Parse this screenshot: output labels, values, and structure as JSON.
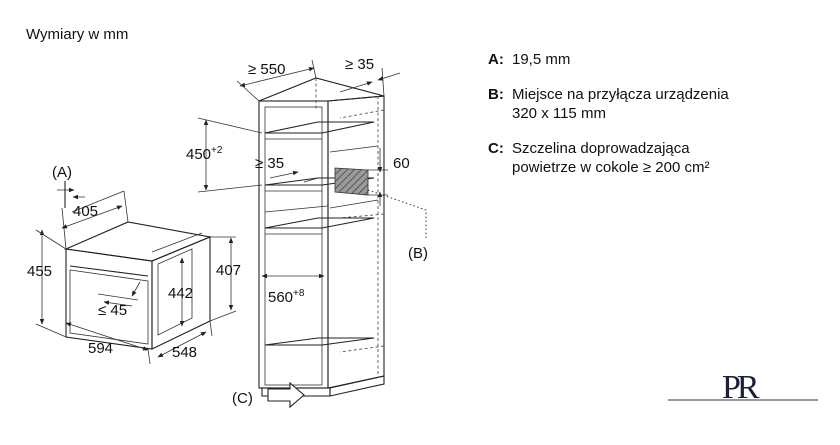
{
  "heading": "Wymiary w mm",
  "legend": [
    {
      "key": "A:",
      "lines": [
        "19,5 mm"
      ]
    },
    {
      "key": "B:",
      "lines": [
        "Miejsce na przyłącza urządzenia",
        "320 x 115 mm"
      ]
    },
    {
      "key": "C:",
      "lines": [
        "Szczelina doprowadzająca",
        "powietrze w cokole ≥ 200 cm²"
      ]
    }
  ],
  "appliance": {
    "marker_a": "(A)",
    "dim_405": "405",
    "dim_455": "455",
    "dim_442": "442",
    "dim_407": "407",
    "dim_le45": "≤ 45",
    "dim_594": "594",
    "dim_548": "548"
  },
  "cabinet": {
    "dim_ge550": "≥ 550",
    "dim_ge35_top": "≥ 35",
    "dim_450": "450",
    "dim_450_sup": "+2",
    "dim_ge35_mid": "≥ 35",
    "dim_60": "60",
    "dim_560": "560",
    "dim_560_sup": "+8",
    "marker_b": "(B)",
    "marker_c": "(C)"
  },
  "logo_text": "PR"
}
